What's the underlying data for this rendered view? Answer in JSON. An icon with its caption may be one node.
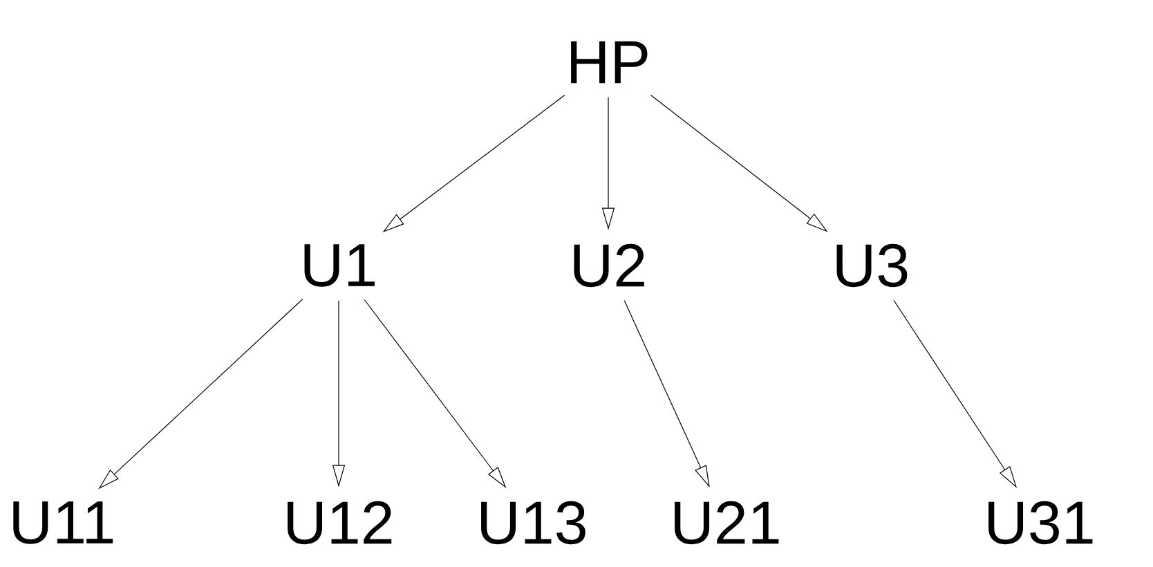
{
  "diagram": {
    "nodes": [
      {
        "text": [
          "HP"
        ]
      },
      {
        "text": [
          "U1"
        ]
      },
      {
        "text": [
          "U2"
        ]
      },
      {
        "text": [
          "U3"
        ]
      },
      {
        "text": [
          "U11"
        ]
      },
      {
        "text": [
          "U12"
        ]
      },
      {
        "text": [
          "U13"
        ]
      },
      {
        "text": [
          "U21"
        ]
      },
      {
        "text": [
          "U31"
        ]
      }
    ],
    "edges": [
      {
        "from": 0,
        "to": 1,
        "arrow": "to"
      },
      {
        "from": 0,
        "to": 2,
        "arrow": "to"
      },
      {
        "from": 0,
        "to": 3,
        "arrow": "to"
      },
      {
        "from": 1,
        "to": 4,
        "arrow": "to"
      },
      {
        "from": 1,
        "to": 5,
        "arrow": "to"
      },
      {
        "from": 1,
        "to": 6,
        "arrow": "to"
      },
      {
        "from": 2,
        "to": 7,
        "arrow": "to"
      },
      {
        "from": 3,
        "to": 8,
        "arrow": "to"
      }
    ]
  }
}
